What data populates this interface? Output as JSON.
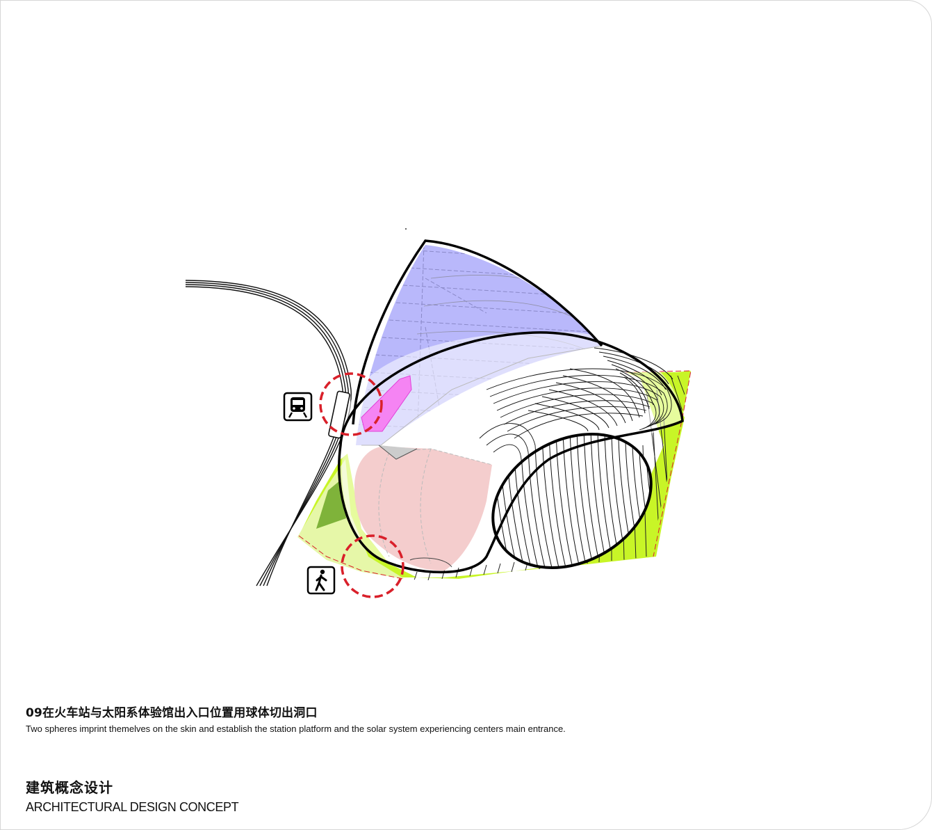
{
  "caption": {
    "title": "09在火车站与太阳系体验馆出入口位置用球体切出洞口",
    "description": "Two spheres imprint themelves on the skin and establish the station platform and the solar system experiencing centers main entrance."
  },
  "section": {
    "title_cn": "建筑概念设计",
    "title_en": "ARCHITECTURAL DESIGN CONCEPT"
  },
  "icons": {
    "train": "train-icon",
    "pedestrian": "pedestrian-icon"
  },
  "colors": {
    "purple_volume": "#b9b8fb",
    "pink_volume": "#f3caca",
    "magenta_accent": "#f584f3",
    "site_green": "#c8f527",
    "light_green": "#e6f7a8",
    "entry_marker": "#d9202a",
    "outline": "#000000"
  }
}
